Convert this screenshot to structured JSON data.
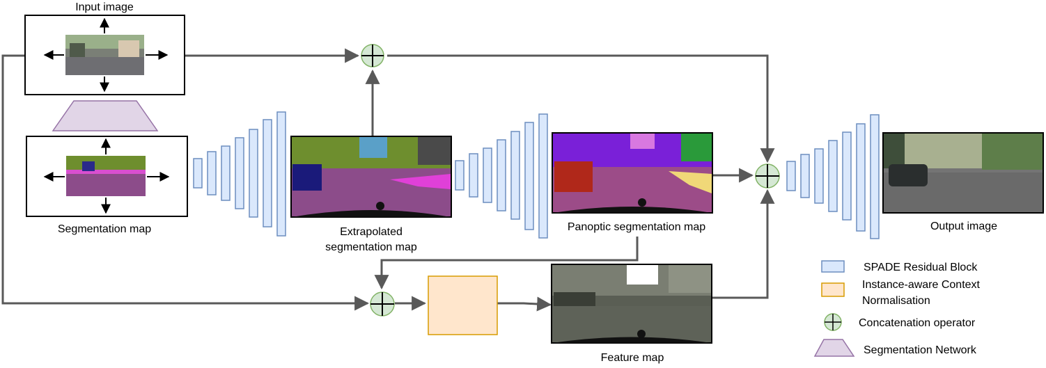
{
  "labels": {
    "input_image": "Input image",
    "segmentation_map": "Segmentation map",
    "extrapolated_line1": "Extrapolated",
    "extrapolated_line2": "segmentation map",
    "panoptic": "Panoptic segmentation map",
    "output_image": "Output image",
    "feature_map": "Feature map"
  },
  "legend": {
    "spade": "SPADE Residual Block",
    "icn_line1": "Instance-aware Context",
    "icn_line2": "Normalisation",
    "concat": "Concatenation operator",
    "segnet": "Segmentation Network"
  },
  "colors": {
    "spade_fill": "#dae8fc",
    "spade_stroke": "#6c8ebf",
    "icn_fill": "#ffe6cc",
    "icn_stroke": "#d79b00",
    "concat_fill": "#d5e8d4",
    "concat_stroke": "#82b366",
    "segnet_fill": "#e1d5e7",
    "segnet_stroke": "#9673a6",
    "arrow": "#595959"
  }
}
